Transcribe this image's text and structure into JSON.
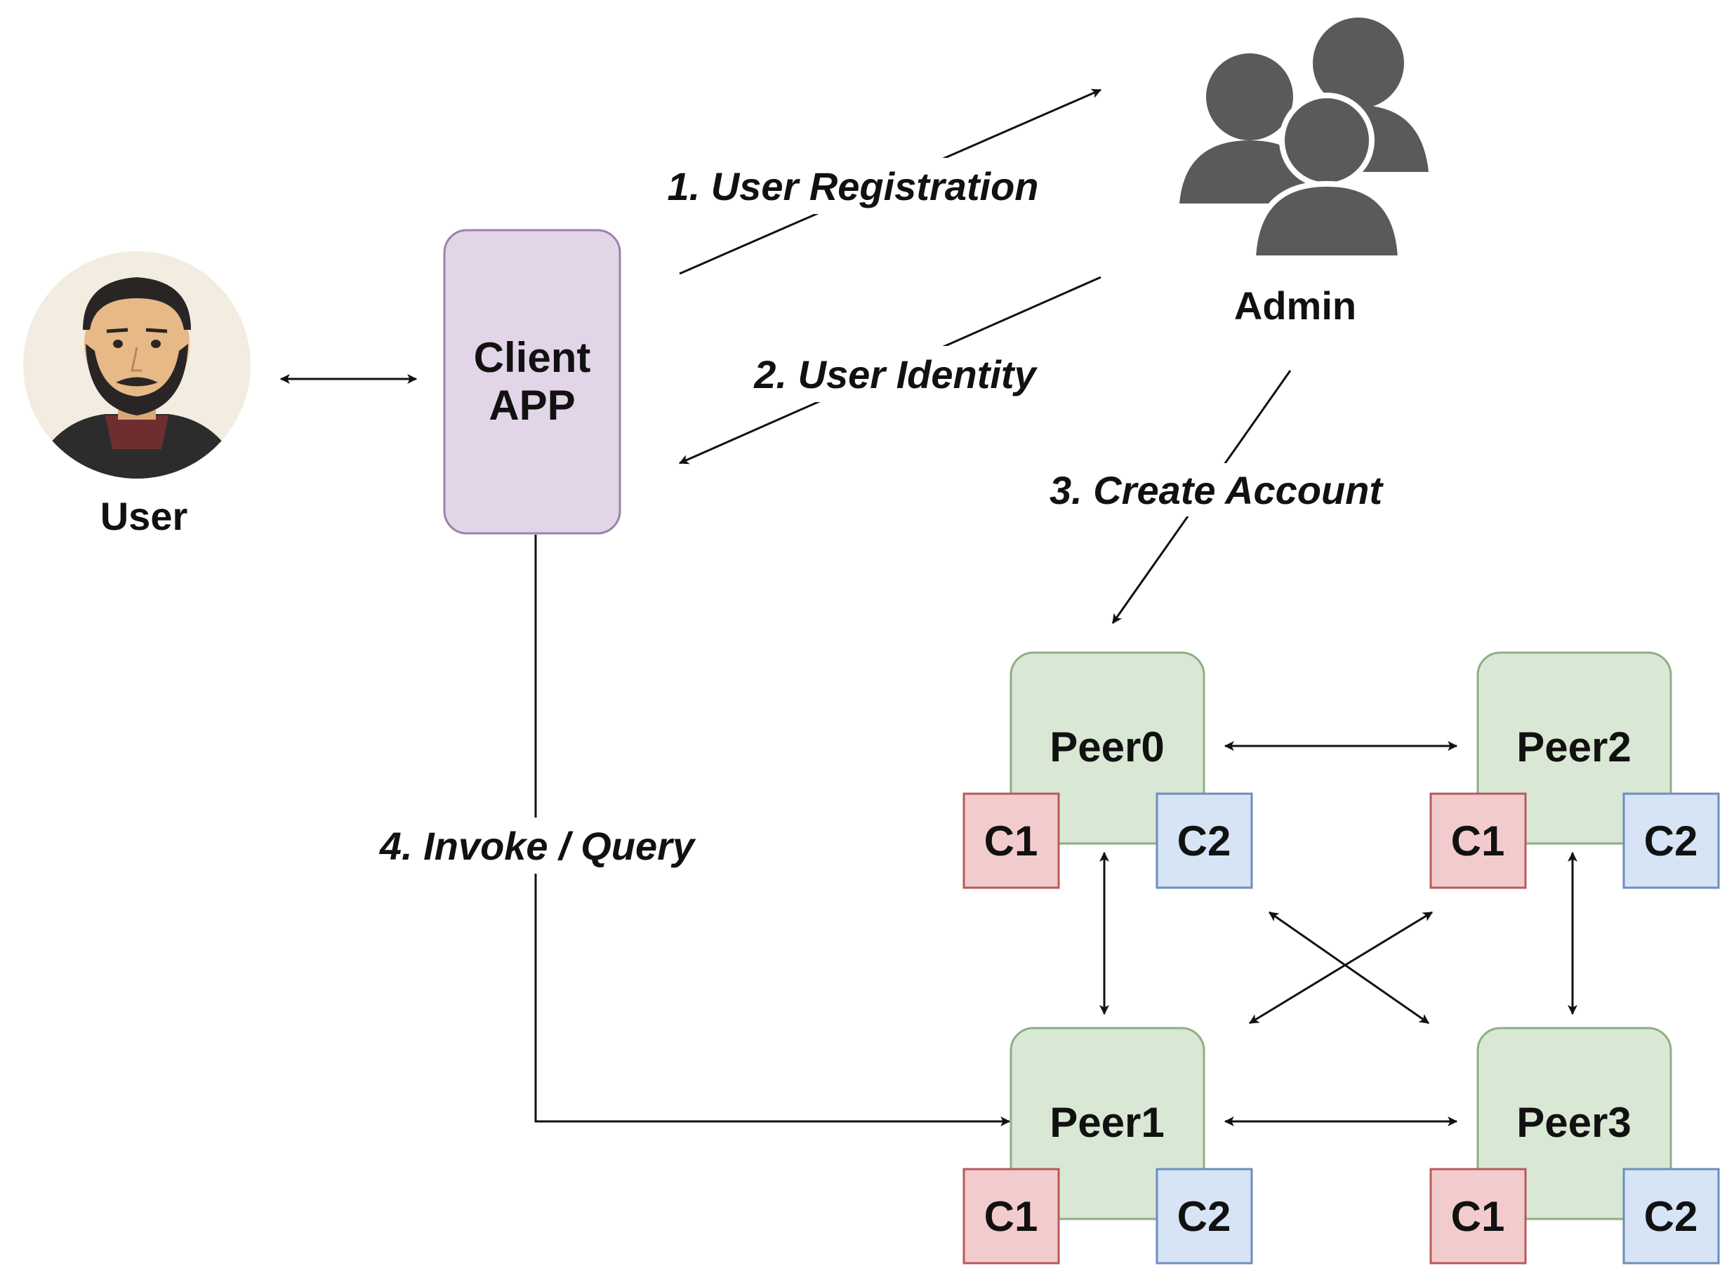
{
  "title": "",
  "nodes": {
    "user": {
      "label": "User",
      "icon": "user-avatar-icon"
    },
    "client": {
      "line1": "Client",
      "line2": "APP"
    },
    "admin": {
      "label": "Admin",
      "icon": "user-group-icon"
    },
    "peers": [
      {
        "label": "Peer0",
        "c1": "C1",
        "c2": "C2"
      },
      {
        "label": "Peer1",
        "c1": "C1",
        "c2": "C2"
      },
      {
        "label": "Peer2",
        "c1": "C1",
        "c2": "C2"
      },
      {
        "label": "Peer3",
        "c1": "C1",
        "c2": "C2"
      }
    ]
  },
  "edges": {
    "registration": "1. User Registration",
    "identity": "2. User Identity",
    "create_account": "3. Create Account",
    "invoke_query": "4. Invoke / Query"
  },
  "colors": {
    "client_fill": "#e2d5e8",
    "client_stroke": "#9b82a8",
    "peer_fill": "#d9e8d4",
    "peer_stroke": "#8fae85",
    "c1_fill": "#f2cccc",
    "c1_stroke": "#b85a5a",
    "c2_fill": "#d6e4f5",
    "c2_stroke": "#6c8ebf",
    "admin_icon": "#5a5a5a"
  }
}
